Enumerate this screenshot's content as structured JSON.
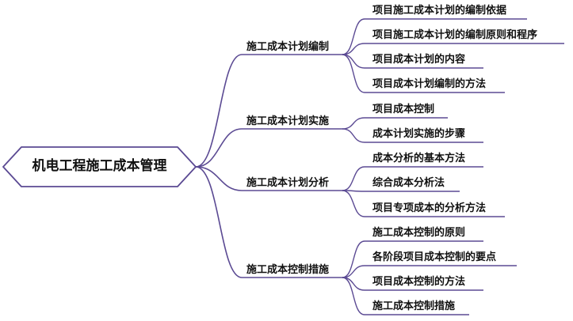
{
  "root": {
    "label": "机电工程施工成本管理"
  },
  "colors": {
    "line": "#5b4a93",
    "text": "#111111",
    "background": "#ffffff"
  },
  "branches": [
    {
      "label": "施工成本计划编制",
      "children": [
        {
          "label": "项目施工成本计划的编制依据"
        },
        {
          "label": "项目施工成本计划的编制原则和程序"
        },
        {
          "label": "项目成本计划的内容"
        },
        {
          "label": "项目成本计划编制的方法"
        }
      ]
    },
    {
      "label": "施工成本计划实施",
      "children": [
        {
          "label": "项目成本控制"
        },
        {
          "label": "成本计划实施的步骤"
        }
      ]
    },
    {
      "label": "施工成本计划分析",
      "children": [
        {
          "label": "成本分析的基本方法"
        },
        {
          "label": "综合成本分析法"
        },
        {
          "label": "项目专项成本的分析方法"
        }
      ]
    },
    {
      "label": "施工成本控制措施",
      "children": [
        {
          "label": "施工成本控制的原则"
        },
        {
          "label": "各阶段项目成本控制的要点"
        },
        {
          "label": "项目成本控制的方法"
        },
        {
          "label": "施工成本控制措施"
        }
      ]
    }
  ]
}
